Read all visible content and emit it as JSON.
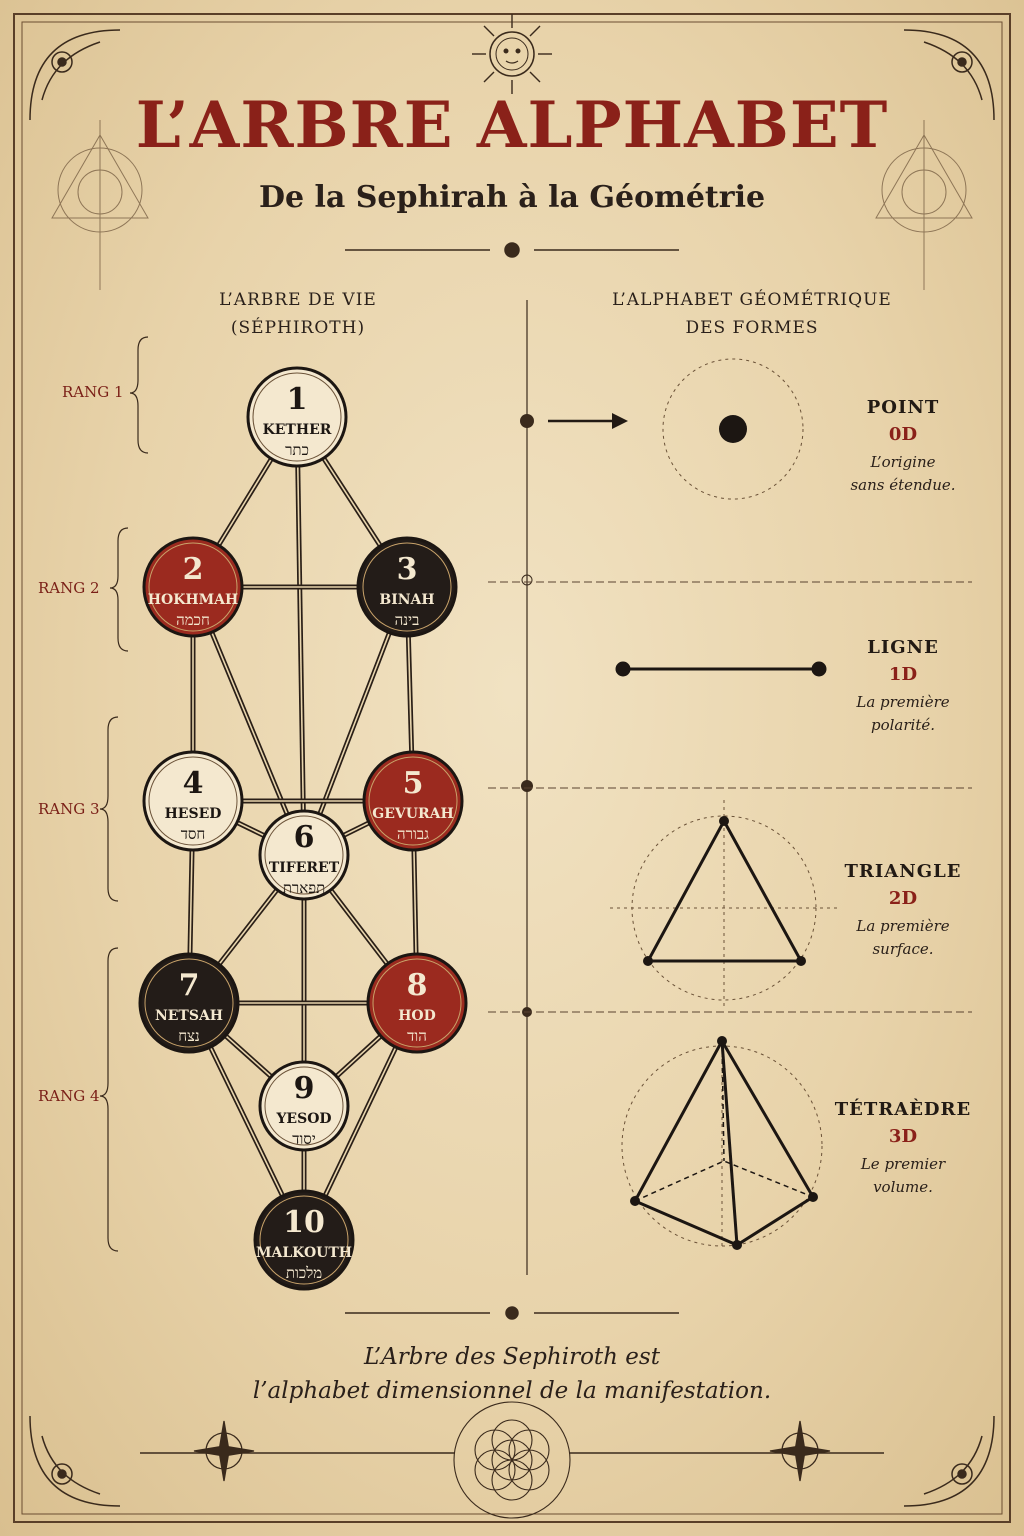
{
  "header": {
    "title": "L’ARBRE ALPHABET",
    "subtitle": "De la Sephirah à la Géométrie"
  },
  "tree_column": {
    "heading_line1": "L’ARBRE DE VIE",
    "heading_line2": "(SÉPHIROTH)"
  },
  "shapes_column": {
    "heading_line1": "L’ALPHABET GÉOMÉTRIQUE",
    "heading_line2": "DES FORMES"
  },
  "ranks": [
    "RANG 1",
    "RANG 2",
    "RANG 3",
    "RANG 4"
  ],
  "sephiroth": [
    {
      "number": "1",
      "name": "KETHER",
      "hebrew": "כתר",
      "tone": "light"
    },
    {
      "number": "2",
      "name": "HOKHMAH",
      "hebrew": "חכמה",
      "tone": "red"
    },
    {
      "number": "3",
      "name": "BINAH",
      "hebrew": "בינה",
      "tone": "dark"
    },
    {
      "number": "4",
      "name": "HESED",
      "hebrew": "חסד",
      "tone": "light"
    },
    {
      "number": "5",
      "name": "GEVURAH",
      "hebrew": "גבורה",
      "tone": "red"
    },
    {
      "number": "6",
      "name": "TIFERET",
      "hebrew": "תפארת",
      "tone": "light"
    },
    {
      "number": "7",
      "name": "NETSAH",
      "hebrew": "נצח",
      "tone": "dark"
    },
    {
      "number": "8",
      "name": "HOD",
      "hebrew": "הוד",
      "tone": "red"
    },
    {
      "number": "9",
      "name": "YESOD",
      "hebrew": "יסוד",
      "tone": "light"
    },
    {
      "number": "10",
      "name": "MALKOUTH",
      "hebrew": "מלכות",
      "tone": "dark"
    }
  ],
  "shapes": [
    {
      "name": "POINT",
      "dimension": "0D",
      "desc_line1": "L’origine",
      "desc_line2": "sans étendue.",
      "icon": "point-icon"
    },
    {
      "name": "LIGNE",
      "dimension": "1D",
      "desc_line1": "La première",
      "desc_line2": "polarité.",
      "icon": "line-icon"
    },
    {
      "name": "TRIANGLE",
      "dimension": "2D",
      "desc_line1": "La première",
      "desc_line2": "surface.",
      "icon": "triangle-icon"
    },
    {
      "name": "TÉTRAÈDRE",
      "dimension": "3D",
      "desc_line1": "Le premier",
      "desc_line2": "volume.",
      "icon": "tetrahedron-icon"
    }
  ],
  "footer": {
    "conclusion_line1": "L’Arbre des Sephiroth est",
    "conclusion_line2": "l’alphabet dimensionnel de la manifestation."
  },
  "colors": {
    "parchment": "#ecdbb8",
    "ink": "#221a14",
    "crimson": "#8a2119",
    "node_red": "#9b2a1f",
    "node_dark": "#231c18",
    "node_light": "#f4e8cf"
  }
}
